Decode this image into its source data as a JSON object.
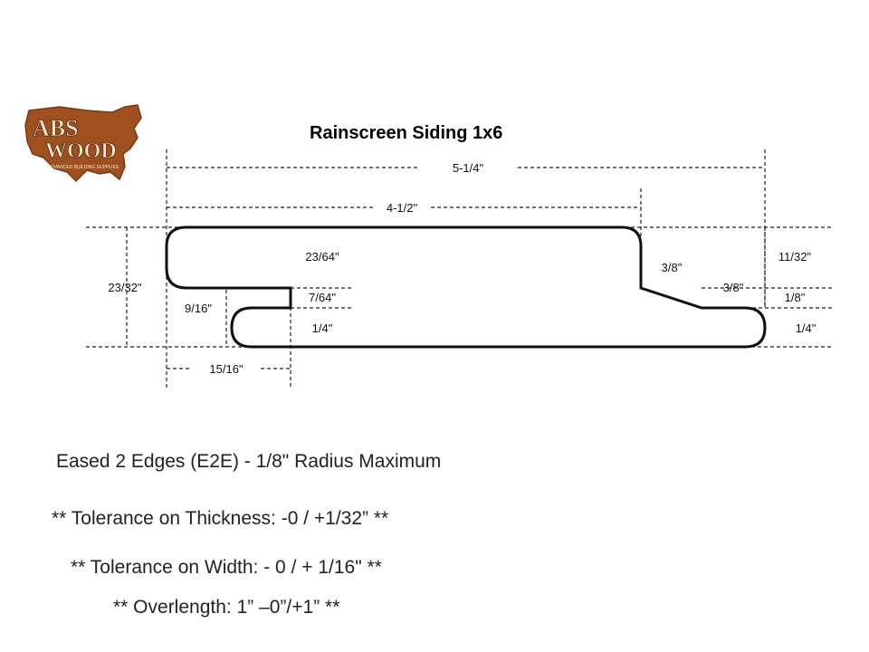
{
  "logo": {
    "line1": "ABS",
    "line2": "WOOD",
    "tagline": "ADVANCED BUILDING SUPPLIES",
    "color": "#a0501e"
  },
  "title": "Rainscreen Siding 1x6",
  "dimensions": {
    "overall_width": "5-1/4\"",
    "face_width": "4-1/2\"",
    "thickness_total": "23/32\"",
    "upper_thickness": "23/64\"",
    "groove_gap": "7/64\"",
    "lower_thickness": "1/4\"",
    "groove_depth": "9/16\"",
    "lap_width": "15/16\"",
    "bevel_height": "3/8\"",
    "tongue_length": "3/8\"",
    "right_top": "11/32\"",
    "right_step": "1/8\"",
    "right_bottom": "1/4\""
  },
  "notes": [
    "Eased  2 Edges (E2E) - 1/8\" Radius Maximum",
    "** Tolerance on Thickness:  -0 / +1/32” **",
    "** Tolerance on Width: - 0 / + 1/16\" **",
    "** Overlength:  1” –0”/+1”  **"
  ]
}
